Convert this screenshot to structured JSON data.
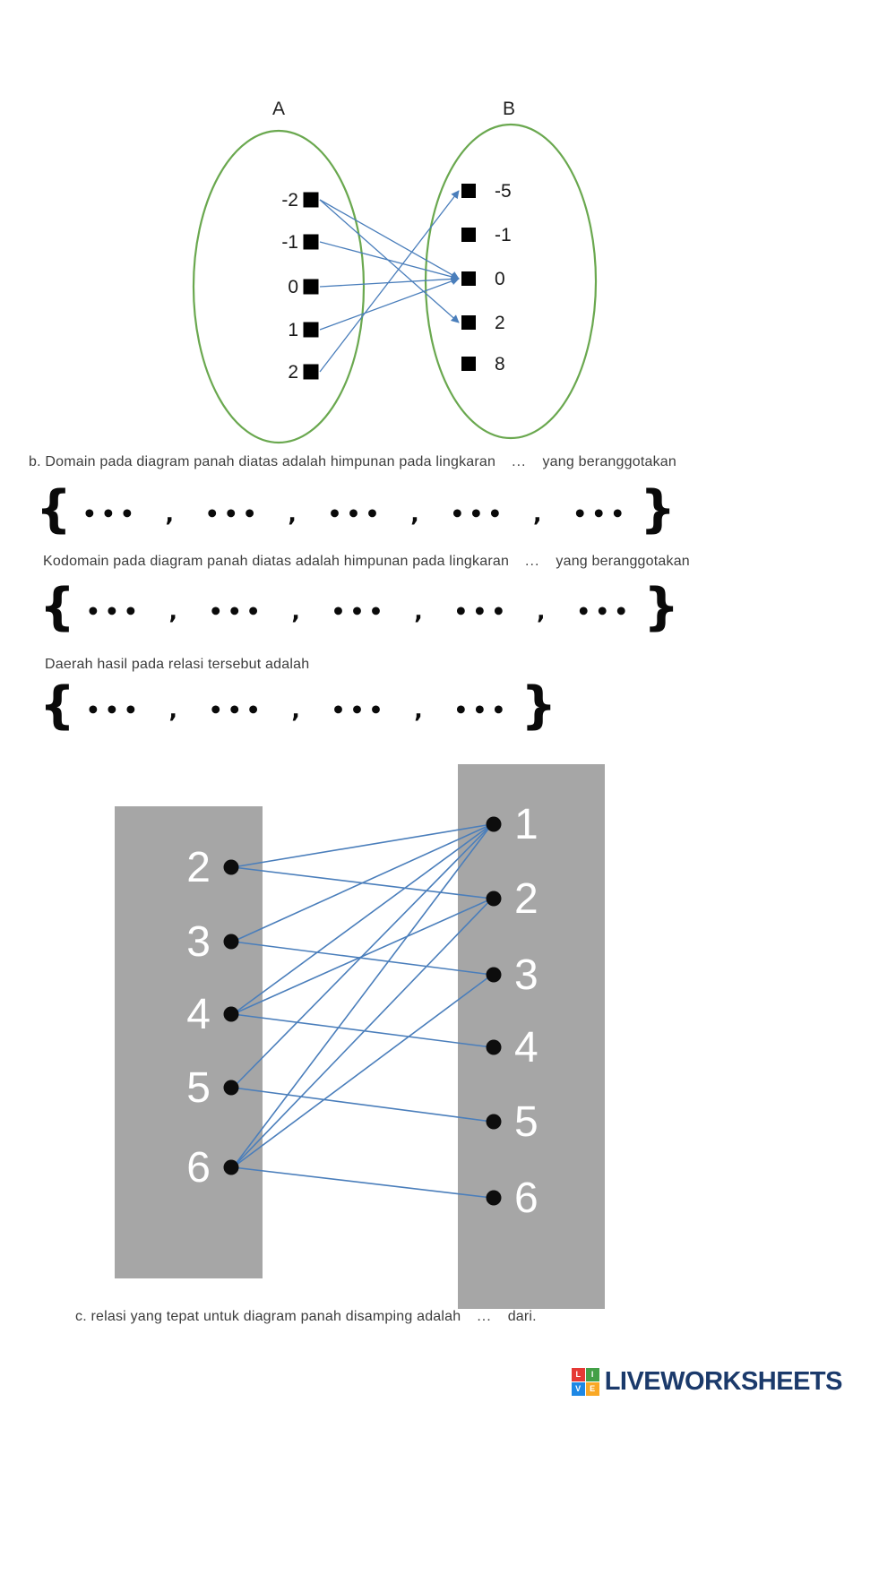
{
  "questions": {
    "b_text": "b. Domain pada diagram panah diatas adalah himpunan pada lingkaran",
    "b_blank": "...",
    "b_suffix": "yang beranggotakan",
    "kodomain_text": "Kodomain pada diagram panah diatas adalah himpunan pada lingkaran",
    "kodomain_blank": "...",
    "kodomain_suffix": "yang beranggotakan",
    "daerah_text": "Daerah hasil pada relasi tersebut adalah",
    "c_text": "c. relasi yang tepat untuk diagram panah disamping adalah",
    "c_blank": "...",
    "c_suffix": "dari."
  },
  "sets": {
    "open": "{",
    "close": "}",
    "five_slots": "••• , ••• , ••• , ••• , •••",
    "four_slots": "••• , ••• , ••• , •••"
  },
  "diagram1": {
    "label_a": "A",
    "label_b": "B",
    "set_a": [
      "-2",
      "-1",
      "0",
      "1",
      "2"
    ],
    "set_b": [
      "-5",
      "-1",
      "0",
      "2",
      "8"
    ],
    "connections": [
      [
        0,
        2
      ],
      [
        0,
        3
      ],
      [
        1,
        2
      ],
      [
        2,
        2
      ],
      [
        3,
        2
      ],
      [
        4,
        0
      ]
    ],
    "ellipse_color": "#6aa84f",
    "arrow_color": "#4a7ebb",
    "square_color": "#000000",
    "text_color": "#1a1a1a"
  },
  "diagram2": {
    "left_set": [
      "2",
      "3",
      "4",
      "5",
      "6"
    ],
    "right_set": [
      "1",
      "2",
      "3",
      "4",
      "5",
      "6"
    ],
    "connections": [
      [
        0,
        0
      ],
      [
        0,
        1
      ],
      [
        1,
        0
      ],
      [
        1,
        2
      ],
      [
        2,
        0
      ],
      [
        2,
        1
      ],
      [
        2,
        3
      ],
      [
        3,
        0
      ],
      [
        3,
        4
      ],
      [
        4,
        0
      ],
      [
        4,
        1
      ],
      [
        4,
        2
      ],
      [
        4,
        5
      ]
    ],
    "panel_color": "#a6a6a6",
    "dot_color": "#0d0d0d",
    "line_color": "#4a7ebb",
    "number_color": "#ffffff"
  },
  "logo": {
    "squares": [
      {
        "letter": "L",
        "color": "#e53935"
      },
      {
        "letter": "I",
        "color": "#43a047"
      },
      {
        "letter": "V",
        "color": "#1e88e5"
      },
      {
        "letter": "E",
        "color": "#f9a825"
      }
    ],
    "text": "LIVEWORKSHEETS",
    "text_color": "#1b3a6b"
  }
}
